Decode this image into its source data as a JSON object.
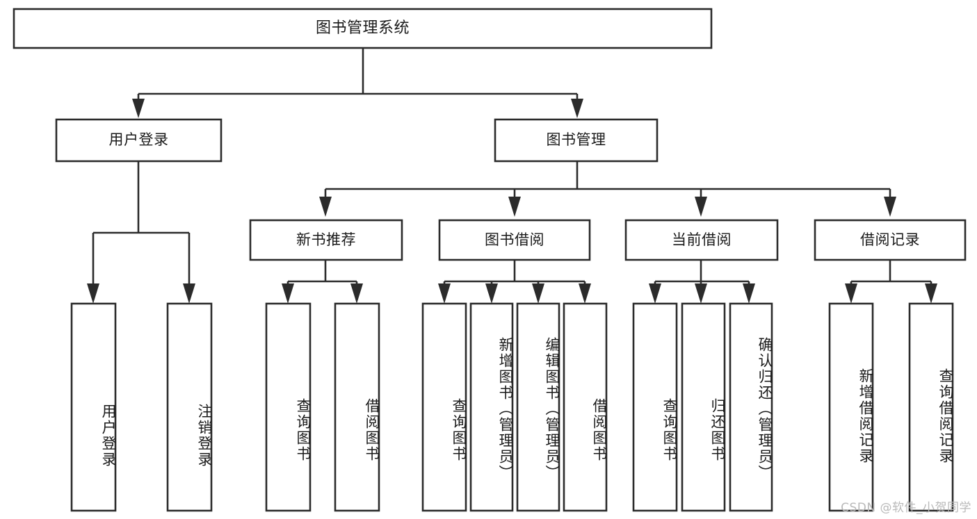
{
  "diagram": {
    "type": "tree",
    "title": "图书管理系统",
    "orientation": "top-down",
    "watermark": "CSDN @软件_小贺同学",
    "colors": {
      "background": "#ffffff",
      "stroke": "#2b2b2b",
      "box_fill": "#ffffff",
      "text": "#1a1a1a",
      "watermark": "#b9b9b9"
    },
    "root": {
      "label": "图书管理系统"
    },
    "level1": [
      {
        "label": "用户登录"
      },
      {
        "label": "图书管理"
      }
    ],
    "level2": [
      {
        "label": "新书推荐"
      },
      {
        "label": "图书借阅"
      },
      {
        "label": "当前借阅"
      },
      {
        "label": "借阅记录"
      }
    ],
    "leaves": {
      "user_login": [
        {
          "label": "用户登录"
        },
        {
          "label": "注销登录"
        }
      ],
      "new_book": [
        {
          "label": "查询图书"
        },
        {
          "label": "借阅图书"
        }
      ],
      "book_borrow": [
        {
          "label": "查询图书"
        },
        {
          "label": "新增图书（管理员）"
        },
        {
          "label": "编辑图书（管理员）"
        },
        {
          "label": "借阅图书"
        }
      ],
      "current_borrow": [
        {
          "label": "查询图书"
        },
        {
          "label": "归还图书"
        },
        {
          "label": "确认归还（管理员）"
        }
      ],
      "borrow_record": [
        {
          "label": "新增借阅记录"
        },
        {
          "label": "查询借阅记录"
        }
      ]
    }
  }
}
